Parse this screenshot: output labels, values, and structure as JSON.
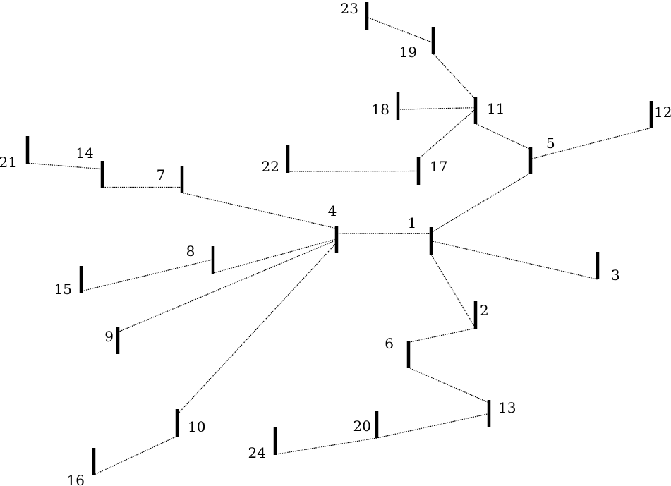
{
  "diagram": {
    "nodes": [
      {
        "id": "1",
        "label": "1"
      },
      {
        "id": "2",
        "label": "2"
      },
      {
        "id": "3",
        "label": "3"
      },
      {
        "id": "4",
        "label": "4"
      },
      {
        "id": "5",
        "label": "5"
      },
      {
        "id": "6",
        "label": "6"
      },
      {
        "id": "7",
        "label": "7"
      },
      {
        "id": "8",
        "label": "8"
      },
      {
        "id": "9",
        "label": "9"
      },
      {
        "id": "10",
        "label": "10"
      },
      {
        "id": "11",
        "label": "11"
      },
      {
        "id": "12",
        "label": "12"
      },
      {
        "id": "13",
        "label": "13"
      },
      {
        "id": "14",
        "label": "14"
      },
      {
        "id": "15",
        "label": "15"
      },
      {
        "id": "16",
        "label": "16"
      },
      {
        "id": "17",
        "label": "17"
      },
      {
        "id": "18",
        "label": "18"
      },
      {
        "id": "19",
        "label": "19"
      },
      {
        "id": "20",
        "label": "20"
      },
      {
        "id": "21",
        "label": "21"
      },
      {
        "id": "22",
        "label": "22"
      },
      {
        "id": "23",
        "label": "23"
      },
      {
        "id": "24",
        "label": "24"
      }
    ],
    "edges": [
      [
        "1",
        "4"
      ],
      [
        "1",
        "5"
      ],
      [
        "1",
        "3"
      ],
      [
        "1",
        "2"
      ],
      [
        "2",
        "6"
      ],
      [
        "6",
        "13"
      ],
      [
        "13",
        "20"
      ],
      [
        "20",
        "24"
      ],
      [
        "5",
        "12"
      ],
      [
        "5",
        "11"
      ],
      [
        "11",
        "19"
      ],
      [
        "19",
        "23"
      ],
      [
        "11",
        "18"
      ],
      [
        "11",
        "17"
      ],
      [
        "17",
        "22"
      ],
      [
        "4",
        "7"
      ],
      [
        "7",
        "14"
      ],
      [
        "14",
        "21"
      ],
      [
        "4",
        "8"
      ],
      [
        "8",
        "15"
      ],
      [
        "4",
        "9"
      ],
      [
        "4",
        "10"
      ],
      [
        "10",
        "16"
      ]
    ]
  }
}
